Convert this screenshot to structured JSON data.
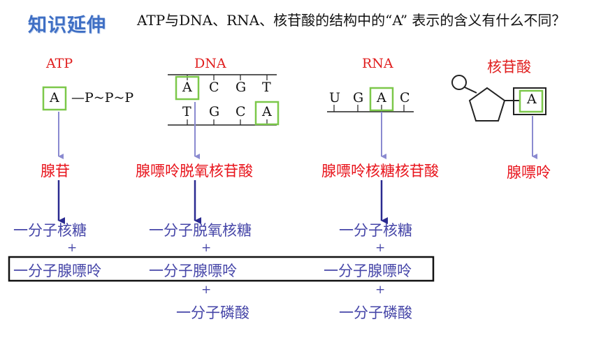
{
  "header": {
    "badge": "知识延伸",
    "question": "ATP与DNA、RNA、核苷酸的结构中的“A” 表示的含义有什么不同？"
  },
  "columns": {
    "atp": {
      "label": "ATP",
      "structure": "A —P~P~P",
      "base_letter": "A",
      "chain": "—P~P~P",
      "meaning": "腺苷",
      "composition": [
        "一分子核糖",
        "+",
        "一分子腺嘌呤"
      ]
    },
    "dna": {
      "label": "DNA",
      "top_strand": [
        "A",
        "C",
        "G",
        "T"
      ],
      "bottom_strand": [
        "T",
        "G",
        "C",
        "A"
      ],
      "meaning": "腺嘌呤脱氧核苷酸",
      "composition": [
        "一分子脱氧核糖",
        "+",
        "一分子腺嘌呤",
        "+",
        "一分子磷酸"
      ]
    },
    "rna": {
      "label": "RNA",
      "strand": [
        "U",
        "G",
        "A",
        "C"
      ],
      "meaning": "腺嘌呤核糖核苷酸",
      "composition": [
        "一分子核糖",
        "+",
        "一分子腺嘌呤",
        "+",
        "一分子磷酸"
      ]
    },
    "nucleotide": {
      "label": "核苷酸",
      "base_letter": "A",
      "meaning": "腺嘌呤"
    }
  },
  "colors": {
    "highlight_box": "#7cc84a",
    "meaning_text": "#e8141c",
    "composition_text": "#4646a8",
    "badge": "#3f6fc4",
    "arrow_light": "#8a8ad0",
    "arrow_dark": "#2a2a90"
  }
}
